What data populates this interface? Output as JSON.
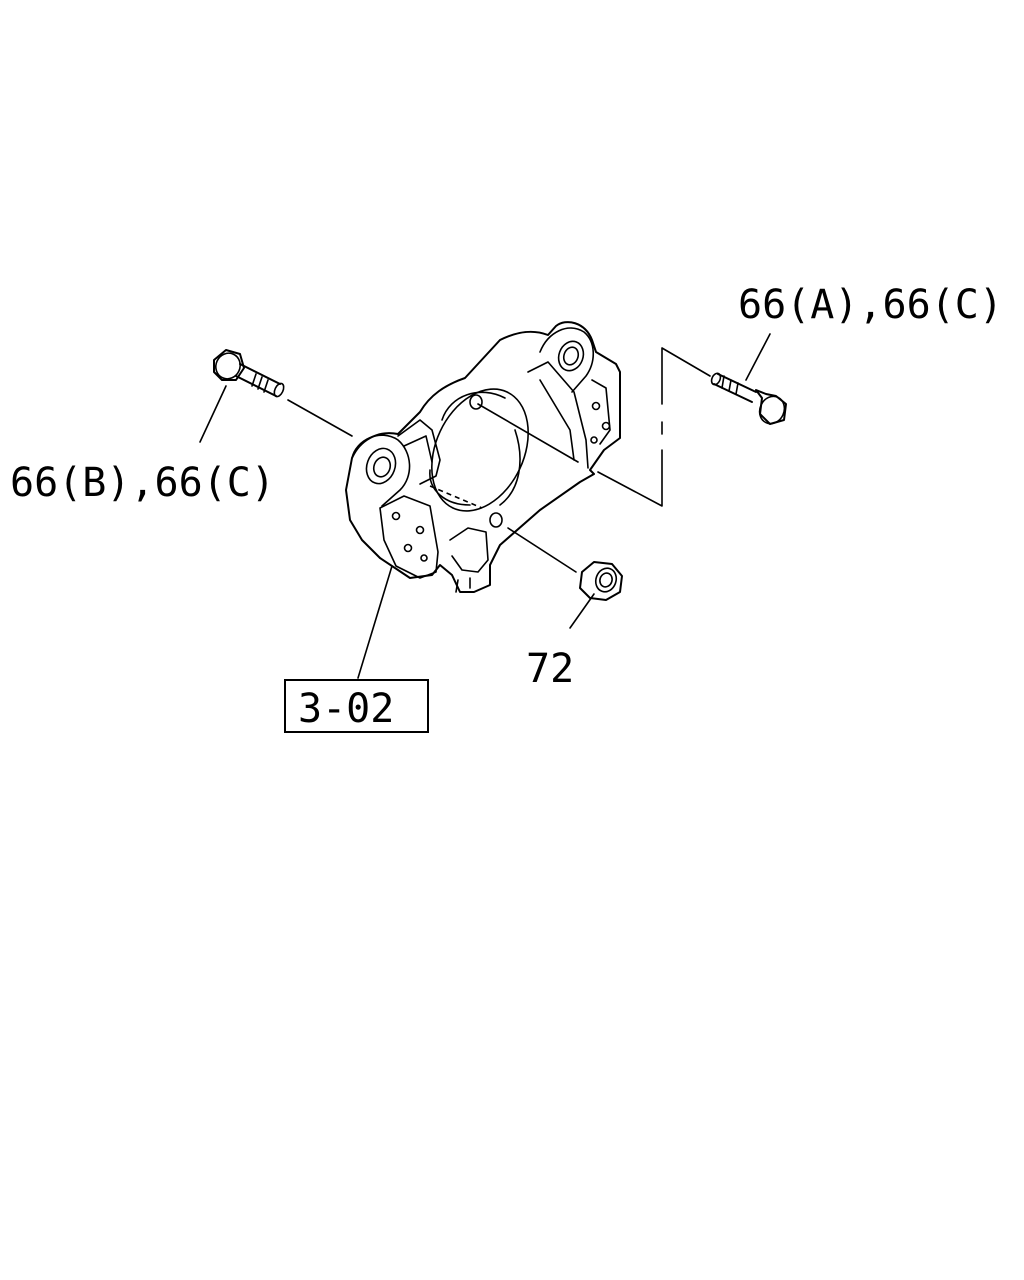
{
  "callouts": {
    "bolt_right": "66(A),66(C)",
    "bolt_left": "66(B),66(C)",
    "nut": "72",
    "reference": "3-02"
  }
}
